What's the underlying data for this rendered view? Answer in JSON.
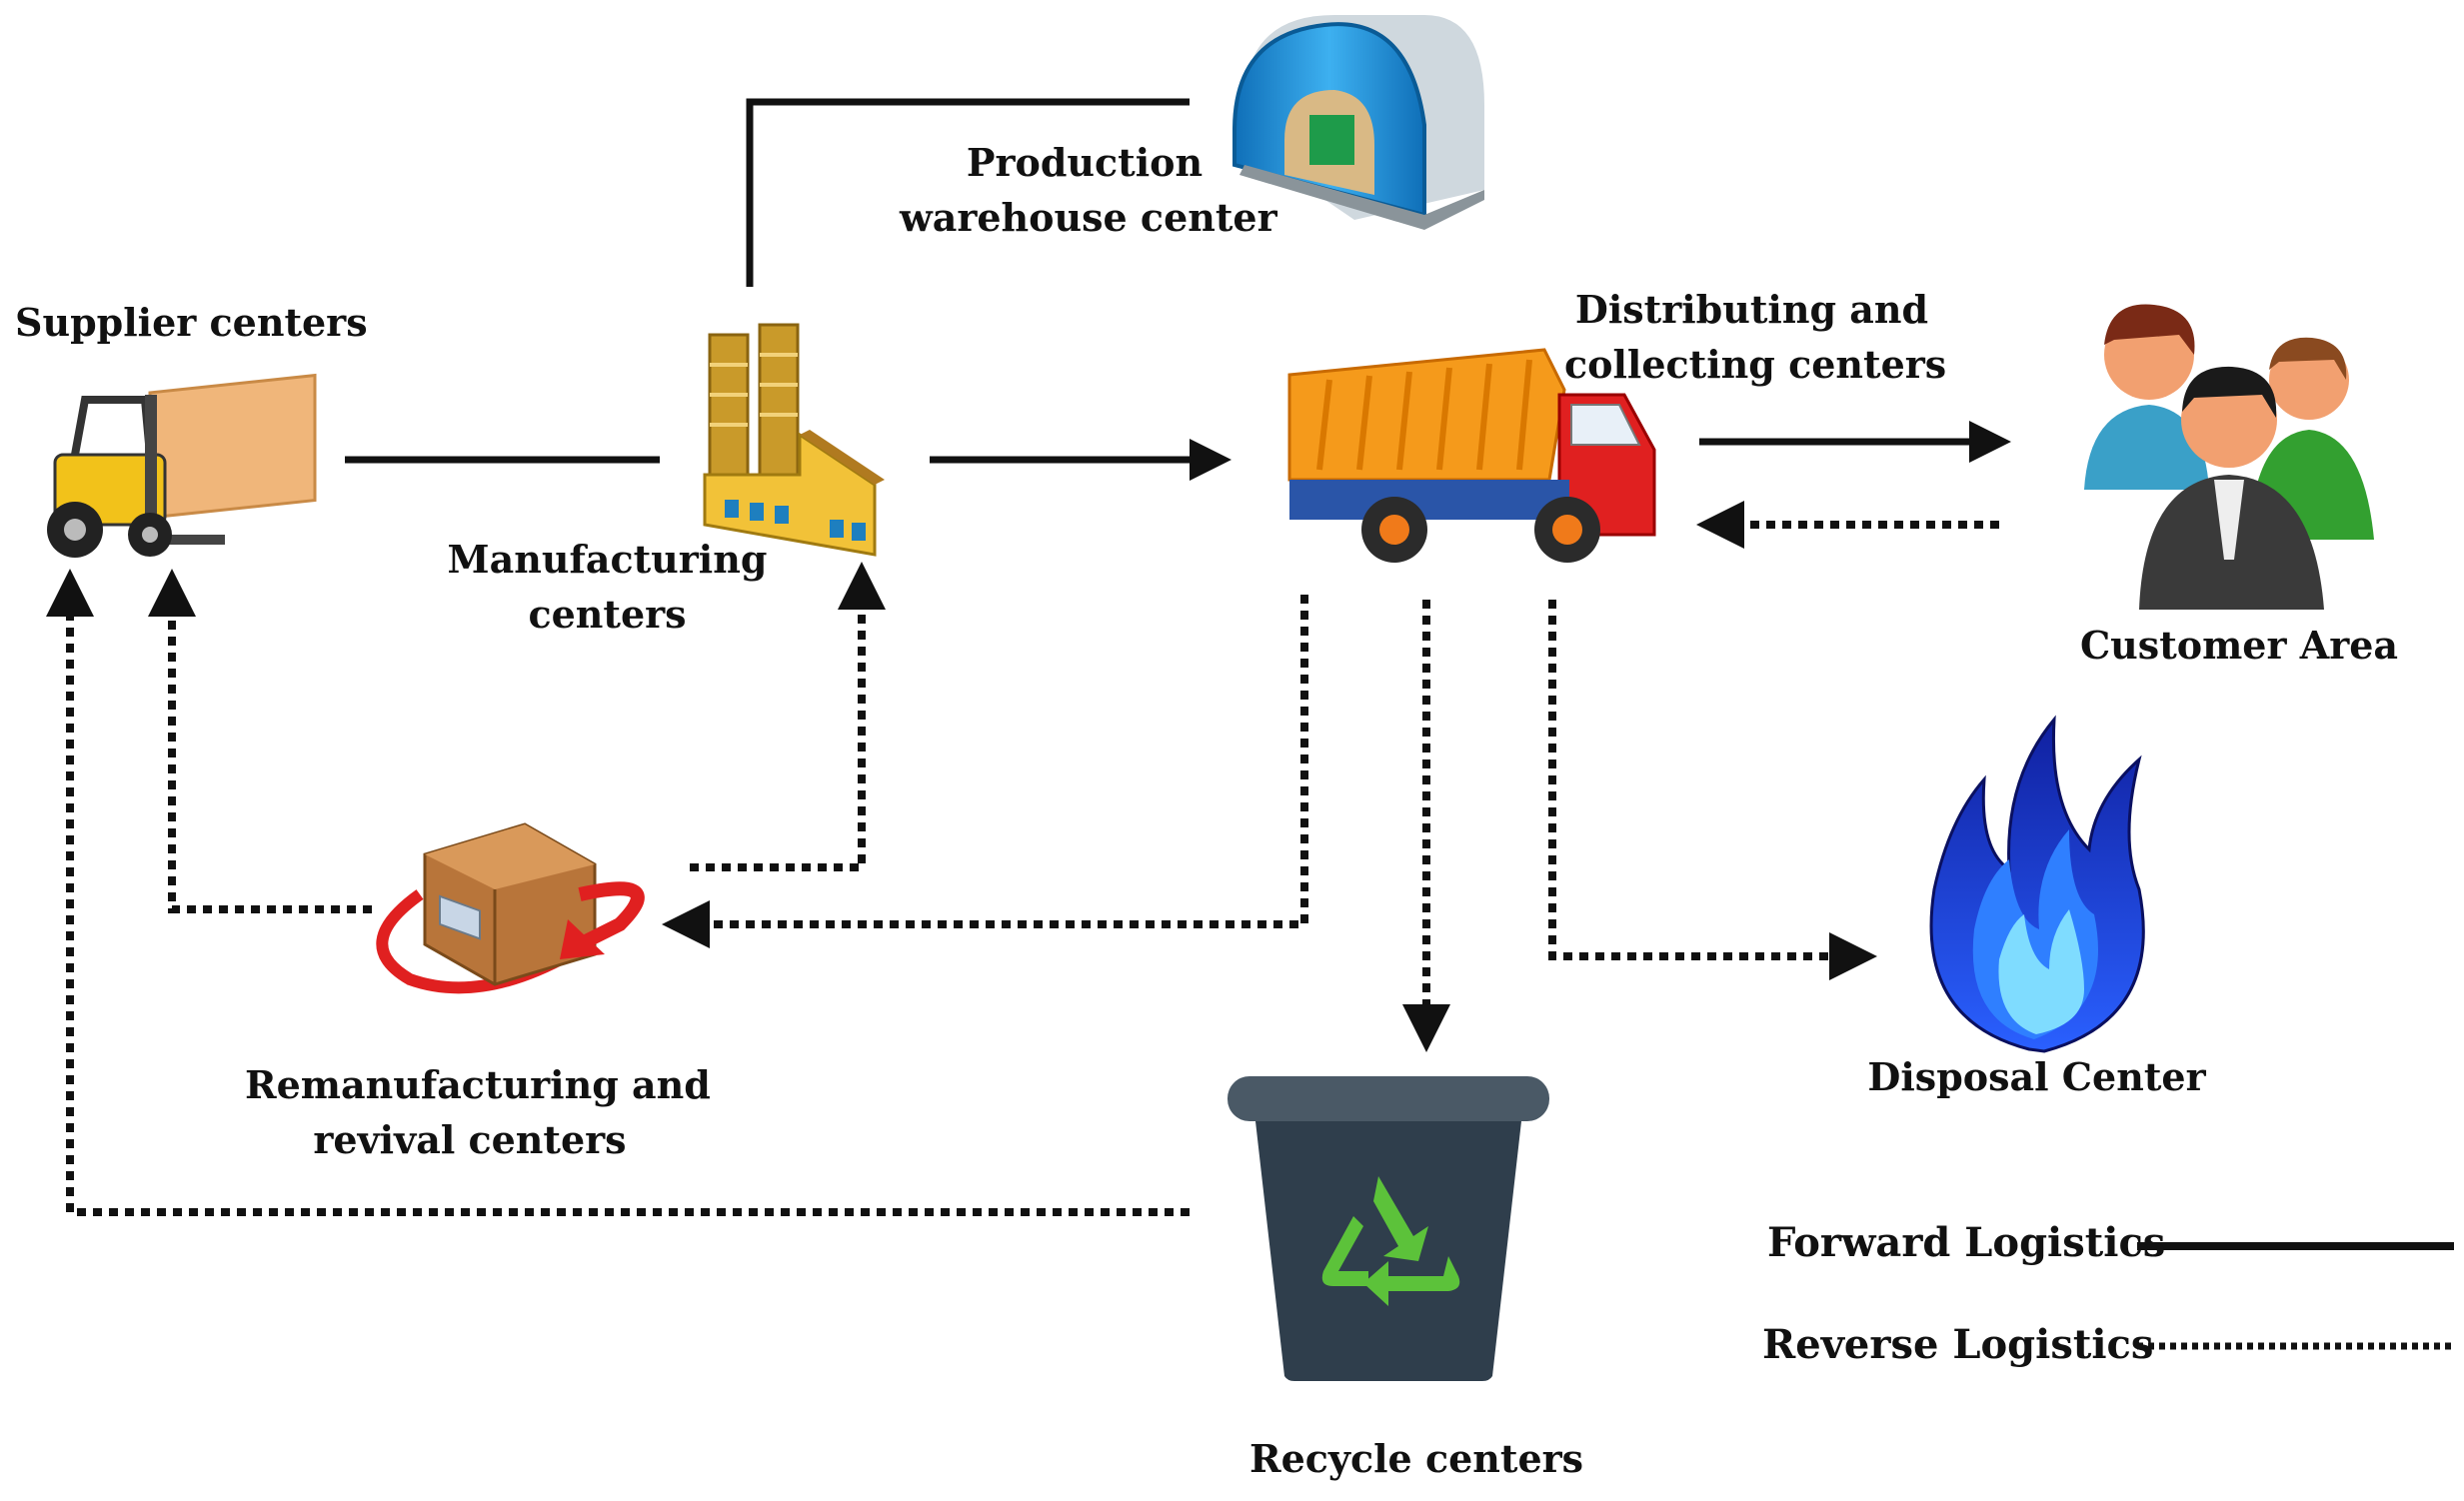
{
  "nodes": {
    "production_warehouse": {
      "line1": "Production",
      "line2": "warehouse center"
    },
    "supplier": {
      "line1": "Supplier centers"
    },
    "manufacturing": {
      "line1": "Manufacturing",
      "line2": "centers"
    },
    "distributing": {
      "line1": "Distributing and",
      "line2": "collecting centers"
    },
    "customer": {
      "line1": "Customer Area"
    },
    "disposal": {
      "line1": "Disposal Center"
    },
    "remanufacturing": {
      "line1": "Remanufacturing and",
      "line2": "revival centers"
    },
    "recycle": {
      "line1": "Recycle centers"
    }
  },
  "legend": {
    "forward": "Forward  Logistics",
    "reverse": "Reverse  Logistics"
  },
  "icons": {
    "warehouse": "warehouse-icon",
    "forklift": "forklift-icon",
    "factory": "factory-icon",
    "truck": "dump-truck-icon",
    "customers": "people-icon",
    "disposal": "flame-icon",
    "remanufacturing": "box-cycle-icon",
    "recycle": "recycle-bin-icon"
  },
  "colors": {
    "line": "#111111",
    "warehouse": "#1f8fd6",
    "truck_body": "#f59a1b",
    "truck_cab": "#e02020",
    "flame": "#1840e0",
    "bin": "#2f3e4c",
    "recycle_symbol": "#5cc23a"
  }
}
